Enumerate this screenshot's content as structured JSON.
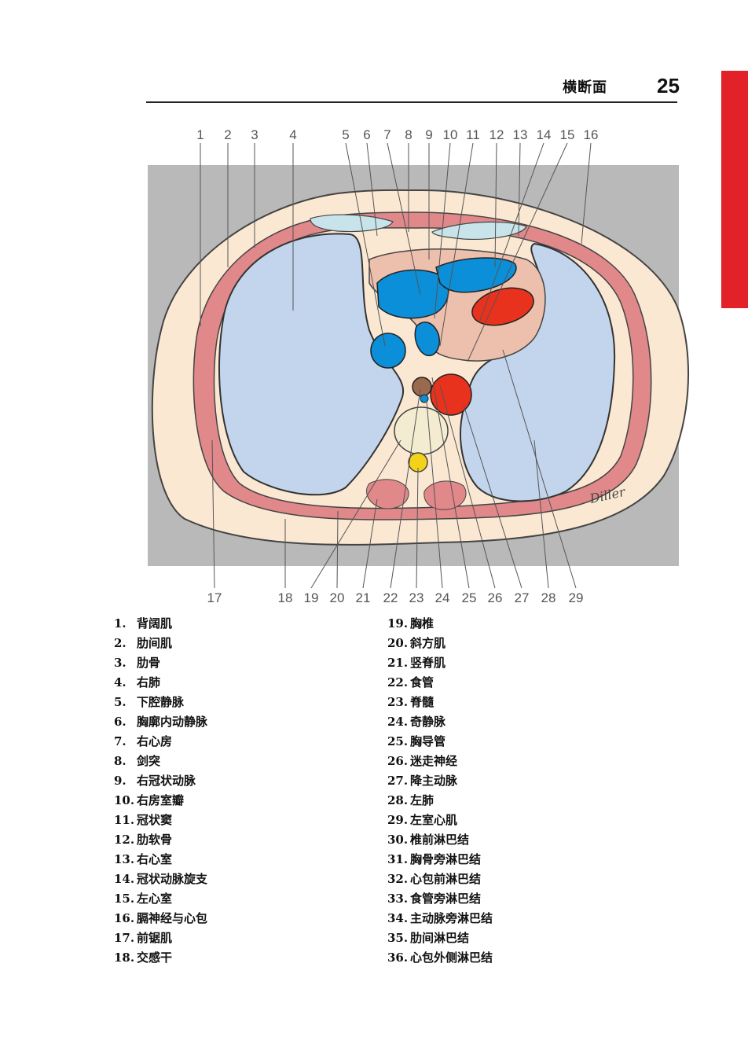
{
  "header": {
    "title": "横断面",
    "page_number": "25"
  },
  "signature": "Diller",
  "labels_top": [
    "1",
    "2",
    "3",
    "4",
    "5",
    "6",
    "7",
    "8",
    "9",
    "10",
    "11",
    "12",
    "13",
    "14",
    "15",
    "16"
  ],
  "labels_bottom": [
    "17",
    "18",
    "19",
    "20",
    "21",
    "22",
    "23",
    "24",
    "25",
    "26",
    "27",
    "28",
    "29"
  ],
  "legend_left": [
    {
      "num": "1.",
      "name": "背阔肌"
    },
    {
      "num": "2.",
      "name": "肋间肌"
    },
    {
      "num": "3.",
      "name": "肋骨"
    },
    {
      "num": "4.",
      "name": "右肺"
    },
    {
      "num": "5.",
      "name": "下腔静脉"
    },
    {
      "num": "6.",
      "name": "胸廓内动静脉"
    },
    {
      "num": "7.",
      "name": "右心房"
    },
    {
      "num": "8.",
      "name": "剑突"
    },
    {
      "num": "9.",
      "name": "右冠状动脉"
    },
    {
      "num": "10.",
      "name": "右房室瓣"
    },
    {
      "num": "11.",
      "name": "冠状窦"
    },
    {
      "num": "12.",
      "name": "肋软骨"
    },
    {
      "num": "13.",
      "name": "右心室"
    },
    {
      "num": "14.",
      "name": "冠状动脉旋支"
    },
    {
      "num": "15.",
      "name": "左心室"
    },
    {
      "num": "16.",
      "name": "膈神经与心包"
    },
    {
      "num": "17.",
      "name": "前锯肌"
    },
    {
      "num": "18.",
      "name": "交感干"
    }
  ],
  "legend_right": [
    {
      "num": "19.",
      "name": "胸椎"
    },
    {
      "num": "20.",
      "name": "斜方肌"
    },
    {
      "num": "21.",
      "name": "竖脊肌"
    },
    {
      "num": "22.",
      "name": "食管"
    },
    {
      "num": "23.",
      "name": "脊髓"
    },
    {
      "num": "24.",
      "name": "奇静脉"
    },
    {
      "num": "25.",
      "name": "胸导管"
    },
    {
      "num": "26.",
      "name": "迷走神经"
    },
    {
      "num": "27.",
      "name": "降主动脉"
    },
    {
      "num": "28.",
      "name": "左肺"
    },
    {
      "num": "29.",
      "name": "左室心肌"
    },
    {
      "num": "30.",
      "name": "椎前淋巴结"
    },
    {
      "num": "31.",
      "name": "胸骨旁淋巴结"
    },
    {
      "num": "32.",
      "name": "心包前淋巴结"
    },
    {
      "num": "33.",
      "name": "食管旁淋巴结"
    },
    {
      "num": "34.",
      "name": "主动脉旁淋巴结"
    },
    {
      "num": "35.",
      "name": "肋间淋巴结"
    },
    {
      "num": "36.",
      "name": "心包外侧淋巴结"
    }
  ],
  "colors": {
    "accent_tab": "#e32129",
    "background_gray": "#b9b9ba",
    "skin": "#fbe8d3",
    "muscle": "#e0888a",
    "lung": "#c3d5ec",
    "vein_blue": "#0a8fd8",
    "artery_red": "#e8321e",
    "myocardium": "#edc0ad",
    "spinal_cord": "#f3d21a"
  }
}
